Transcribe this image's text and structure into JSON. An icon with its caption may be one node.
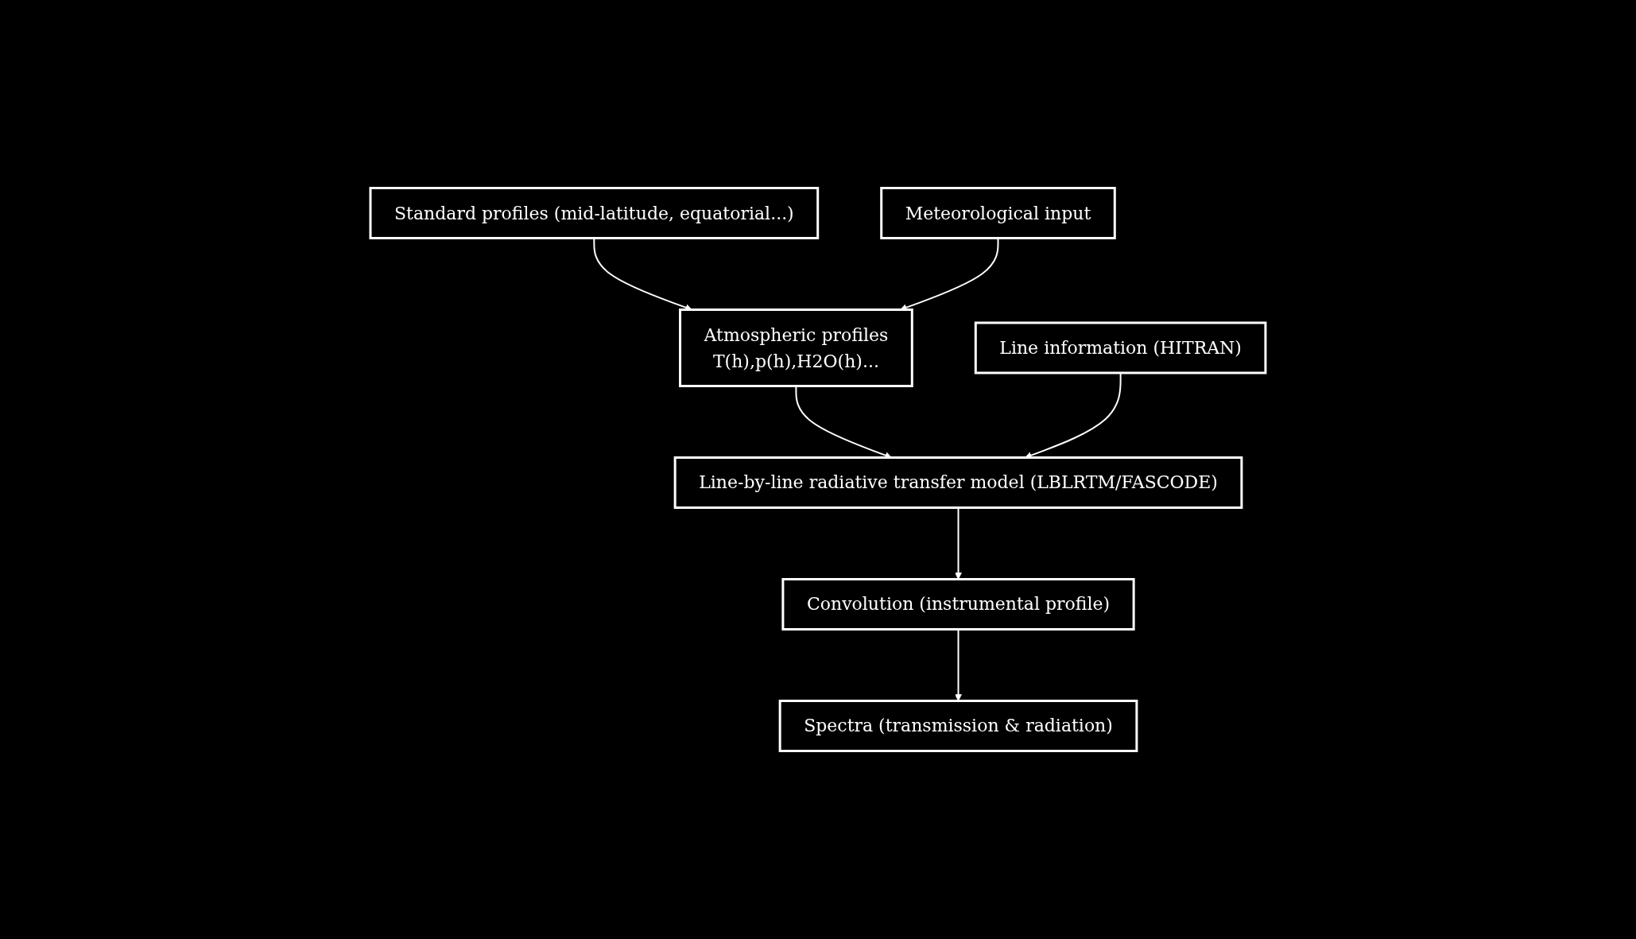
{
  "diagram": {
    "nodes": [
      {
        "text": [
          "Standard profiles (mid-latitude, equatorial...)"
        ]
      },
      {
        "text": [
          "Atmospheric profiles",
          "T(h),p(h),H2O(h)..."
        ]
      },
      {
        "text": [
          "Meteorological input"
        ]
      },
      {
        "text": [
          "Line-by-line radiative transfer model (LBLRTM/FASCODE)"
        ]
      },
      {
        "text": [
          "Line information (HITRAN)"
        ]
      },
      {
        "text": [
          "Convolution (instrumental profile)"
        ]
      },
      {
        "text": [
          "Spectra (transmission & radiation)"
        ]
      }
    ],
    "edges": [
      {
        "from": 0,
        "to": 1,
        "arrow": "to"
      },
      {
        "from": 2,
        "to": 1,
        "arrow": "to"
      },
      {
        "from": 1,
        "to": 3,
        "arrow": "to"
      },
      {
        "from": 4,
        "to": 3,
        "arrow": "to"
      },
      {
        "from": 3,
        "to": 5,
        "arrow": "to"
      },
      {
        "from": 5,
        "to": 6,
        "arrow": "to"
      }
    ]
  }
}
